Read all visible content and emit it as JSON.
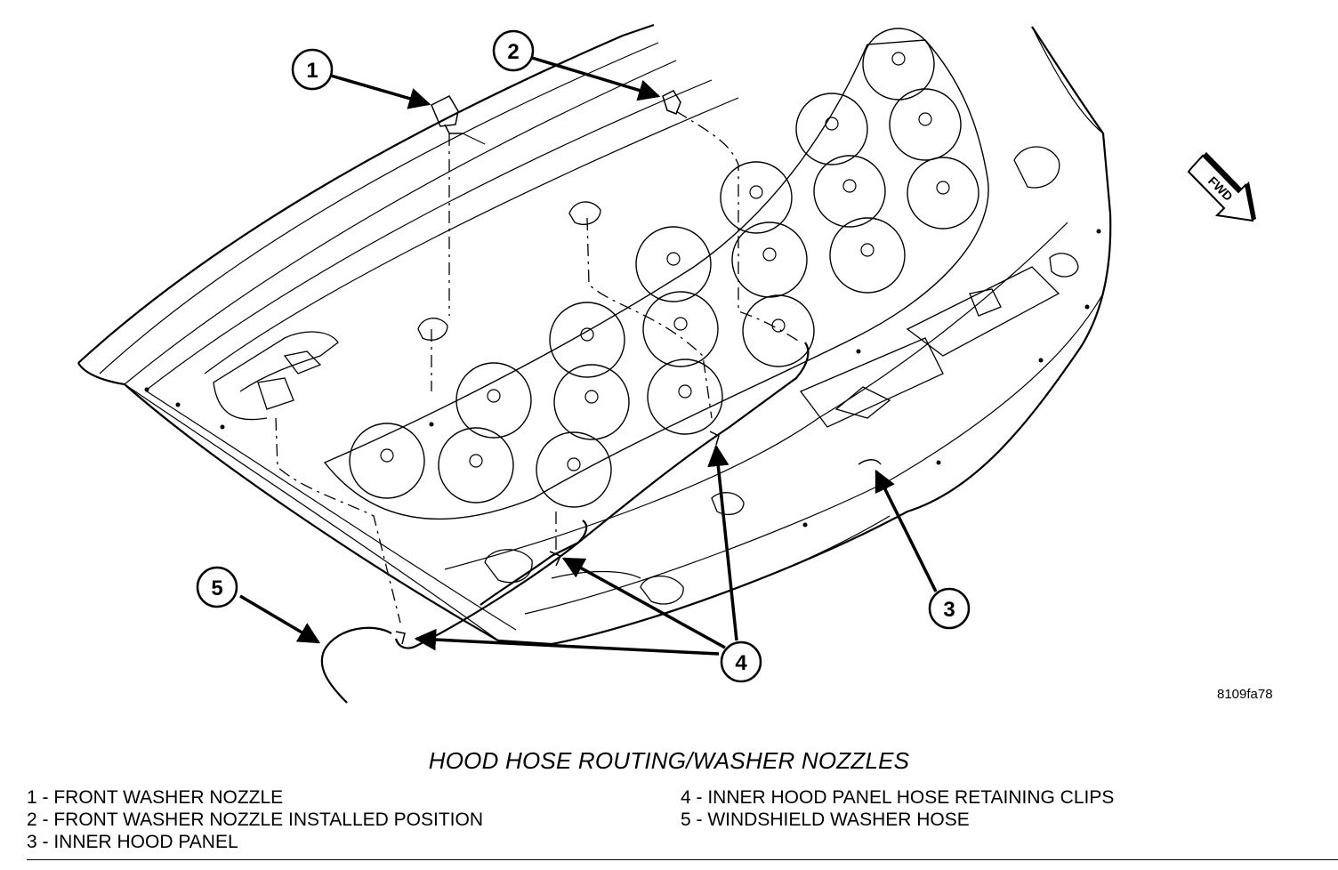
{
  "callouts": [
    "1",
    "2",
    "3",
    "4",
    "5"
  ],
  "fwd_label": "FWD",
  "figure_ref": "8109fa78",
  "title": "HOOD HOSE ROUTING/WASHER NOZZLES",
  "legend": {
    "left": [
      "1 - FRONT WASHER NOZZLE",
      "2 - FRONT WASHER NOZZLE INSTALLED POSITION",
      "3 - INNER HOOD PANEL"
    ],
    "right": [
      "4 - INNER HOOD PANEL HOSE RETAINING CLIPS",
      "5 - WINDSHIELD WASHER HOSE"
    ]
  }
}
